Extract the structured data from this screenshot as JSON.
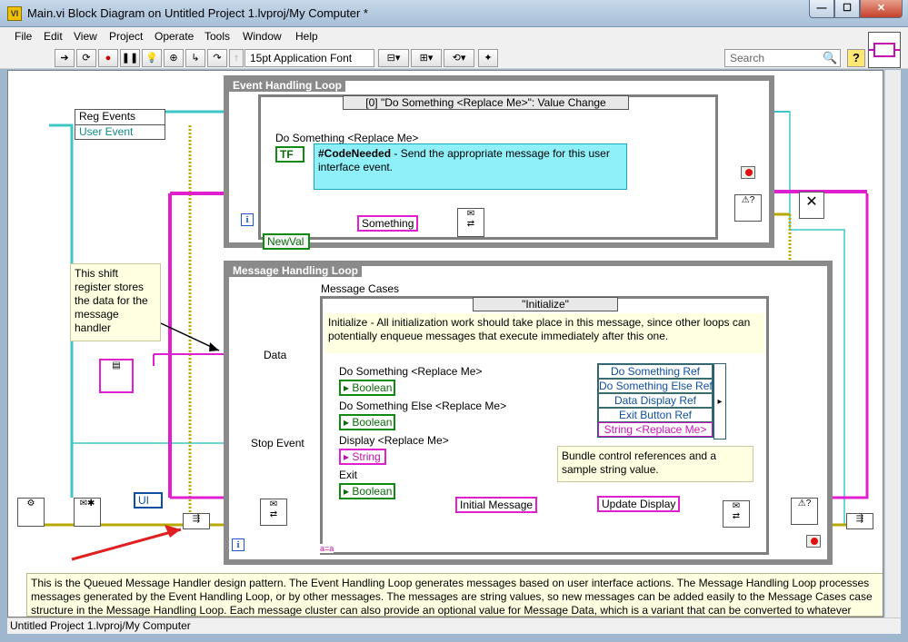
{
  "window": {
    "title": "Main.vi Block Diagram on Untitled Project 1.lvproj/My Computer *",
    "app_icon": "labview-vi-icon",
    "minimize_label": "—",
    "maximize_label": "☐",
    "close_label": "✕"
  },
  "menu": [
    "File",
    "Edit",
    "View",
    "Project",
    "Operate",
    "Tools",
    "Window",
    "Help"
  ],
  "toolbar": {
    "font_select": "15pt Application Font",
    "search_placeholder": "Search",
    "help_label": "?"
  },
  "event_loop": {
    "title": "Event Handling Loop",
    "event_selector": "[0] \"Do Something <Replace Me>\": Value Change",
    "event_label": "Do Something <Replace Me>",
    "tf_label": "TF",
    "code_note_bold": "#CodeNeeded",
    "code_note_text": " - Send the appropriate message for this user interface event.",
    "newval": "NewVal",
    "something_const": "Something",
    "iteration": "i"
  },
  "message_loop": {
    "title": "Message Handling Loop",
    "cases_label": "Message Cases",
    "case_selector": "\"Initialize\"",
    "init_note": "Initialize - All initialization work should take place in this message, since other loops can potentially enqueue messages that execute immediately after this one.",
    "controls": [
      {
        "label": "Do Something <Replace Me>",
        "type": "Boolean"
      },
      {
        "label": "Do Something Else <Replace Me>",
        "type": "Boolean"
      },
      {
        "label": "Display <Replace Me>",
        "type": "String"
      },
      {
        "label": "Exit",
        "type": "Boolean"
      }
    ],
    "bundle_rows": [
      "Do Something Ref",
      "Do Something Else Ref",
      "Data Display Ref",
      "Exit Button Ref",
      "String <Replace Me>"
    ],
    "bundle_note": "Bundle control references and a sample string value.",
    "initial_message": "Initial Message",
    "update_display": "Update Display",
    "iteration": "i",
    "aa_label": "a=a"
  },
  "left_side": {
    "reg_events": "Reg Events",
    "user_event": "User Event",
    "shift_note": "This shift register stores the data for the message handler",
    "data_label": "Data",
    "stop_event": "Stop Event",
    "ui_label": "UI"
  },
  "description": "This is the Queued Message Handler design pattern. The Event Handling Loop generates messages based on user interface actions. The Message Handling Loop processes messages generated by the Event Handling Loop, or by other messages.  The messages are string values, so new messages can be added easily to the Message Cases case structure in the Message Handling Loop.  Each message cluster can also provide an optional value for Message Data, which is a variant that can be converted to whatever message-specific data is required.",
  "status": "Untitled Project 1.lvproj/My Computer",
  "colors": {
    "wire_pink": "#e020d0",
    "wire_teal": "#118a8a",
    "wire_yellow": "#b9a800",
    "wire_cyan": "#3fc6c6",
    "annotation_arrow": "#e02020"
  }
}
